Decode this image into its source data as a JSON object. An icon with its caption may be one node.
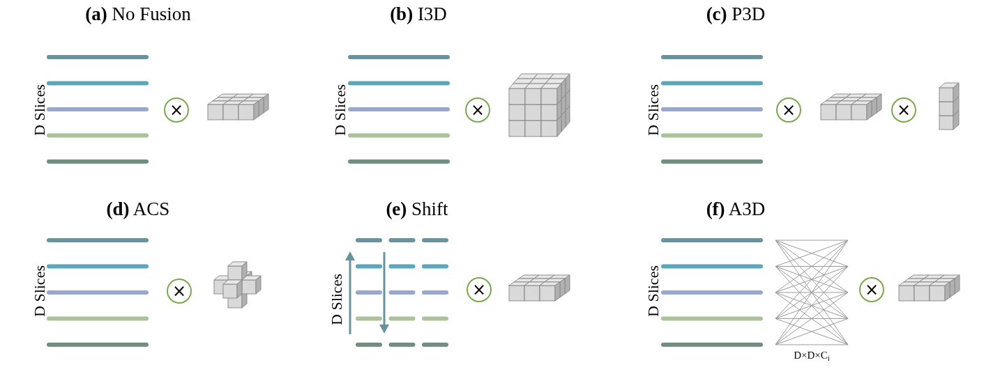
{
  "diagram": {
    "nodes": [
      {
        "text": [
          "×"
        ]
      },
      {
        "text": [
          "×"
        ]
      },
      {
        "text": [
          "×"
        ]
      },
      {
        "text": [
          "×"
        ]
      },
      {
        "text": [
          "×"
        ]
      },
      {
        "text": [
          "×"
        ]
      },
      {
        "text": [
          "×"
        ]
      }
    ],
    "labels": [
      "**(a)** No Fusion",
      "D Slices",
      "**(b)** I3D",
      "D Slices",
      "**(c)** P3D",
      "D Slices",
      "**(d)** ACS",
      "D Slices",
      "**(e)** Shift",
      "D Slices",
      "**(f)** A3D",
      "D Slices",
      "D×D×C$_{i}$"
    ]
  }
}
